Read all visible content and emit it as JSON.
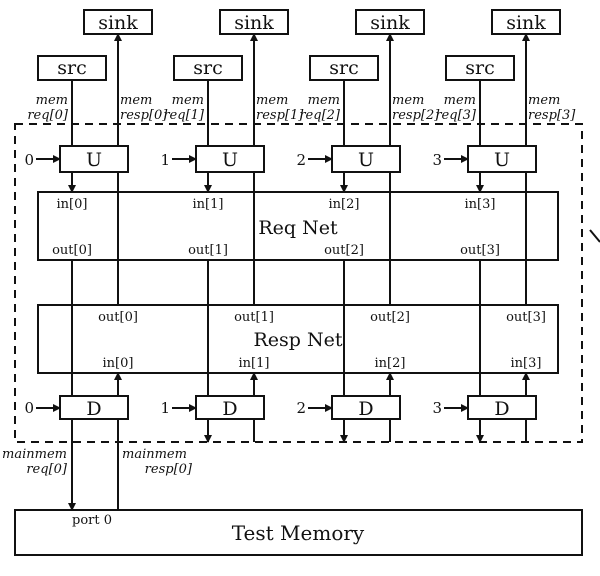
{
  "columns": [
    {
      "index": "0",
      "sink": "sink",
      "src": "src",
      "req": [
        "mem",
        "req[0]"
      ],
      "resp": [
        "mem",
        "resp[0]"
      ],
      "unit": "U",
      "req_in": "in[0]",
      "req_out": "out[0]",
      "resp_out": "out[0]",
      "resp_in": "in[0]",
      "demux": "D"
    },
    {
      "index": "1",
      "sink": "sink",
      "src": "src",
      "req": [
        "mem",
        "req[1]"
      ],
      "resp": [
        "mem",
        "resp[1]"
      ],
      "unit": "U",
      "req_in": "in[1]",
      "req_out": "out[1]",
      "resp_out": "out[1]",
      "resp_in": "in[1]",
      "demux": "D"
    },
    {
      "index": "2",
      "sink": "sink",
      "src": "src",
      "req": [
        "mem",
        "req[2]"
      ],
      "resp": [
        "mem",
        "resp[2]"
      ],
      "unit": "U",
      "req_in": "in[2]",
      "req_out": "out[2]",
      "resp_out": "out[2]",
      "resp_in": "in[2]",
      "demux": "D"
    },
    {
      "index": "3",
      "sink": "sink",
      "src": "src",
      "req": [
        "mem",
        "req[3]"
      ],
      "resp": [
        "mem",
        "resp[3]"
      ],
      "unit": "U",
      "req_in": "in[3]",
      "req_out": "out[3]",
      "resp_out": "out[3]",
      "resp_in": "in[3]",
      "demux": "D"
    }
  ],
  "req_net": "Req Net",
  "resp_net": "Resp Net",
  "mainmem_req": [
    "mainmem",
    "req[0]"
  ],
  "mainmem_resp": [
    "mainmem",
    "resp[0]"
  ],
  "port_label": "port 0",
  "memory_label": "Test Memory"
}
